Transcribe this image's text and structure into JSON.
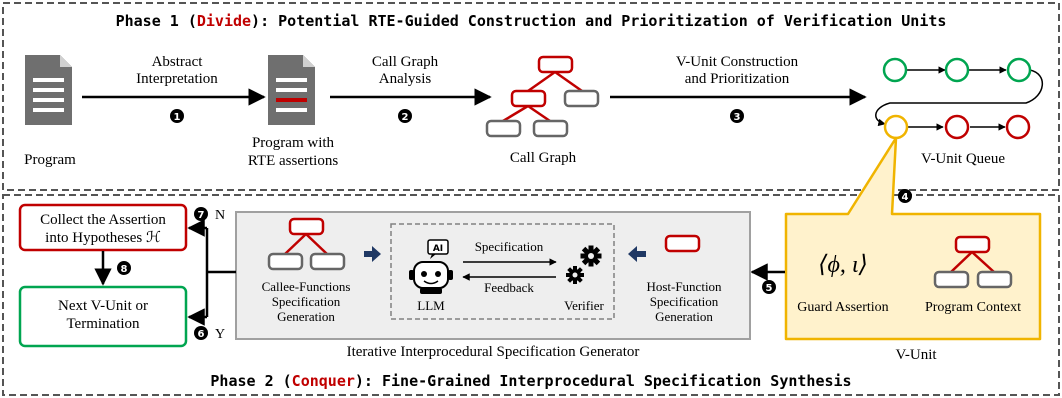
{
  "phase1": {
    "prefix": "Phase 1 (",
    "keyword": "Divide",
    "suffix": "): Potential RTE-Guided Construction and Prioritization of Verification Units"
  },
  "phase2": {
    "prefix": "Phase 2 (",
    "keyword": "Conquer",
    "suffix": "): Fine-Grained Interprocedural Specification Synthesis"
  },
  "steps": {
    "s1": {
      "line1": "Abstract",
      "line2": "Interpretation",
      "num": "1"
    },
    "s2": {
      "line1": "Call Graph",
      "line2": "Analysis",
      "num": "2"
    },
    "s3": {
      "line1": "V-Unit Construction",
      "line2": "and Prioritization",
      "num": "3"
    },
    "s4": {
      "num": "4"
    },
    "s5": {
      "num": "5"
    },
    "s6": {
      "num": "6",
      "label": "Y"
    },
    "s7": {
      "num": "7",
      "label": "N"
    },
    "s8": {
      "num": "8"
    }
  },
  "labels": {
    "program": "Program",
    "program_rte_1": "Program with",
    "program_rte_2": "RTE assertions",
    "call_graph": "Call Graph",
    "vunit_queue": "V-Unit Queue",
    "collect_1": "Collect the Assertion",
    "collect_2": "into Hypotheses ℋ",
    "next_1": "Next V-Unit or",
    "next_2": "Termination",
    "callee_1": "Callee-Functions",
    "callee_2": "Specification",
    "callee_3": "Generation",
    "host_1": "Host-Function",
    "host_2": "Specification",
    "host_3": "Generation",
    "specification": "Specification",
    "feedback": "Feedback",
    "llm": "LLM",
    "ai": "AI",
    "verifier": "Verifier",
    "generator": "Iterative Interprocedural Specification Generator",
    "guard_formula": "⟨ϕ, ι⟩",
    "guard_assertion": "Guard Assertion",
    "program_context": "Program Context",
    "vunit": "V-Unit"
  },
  "colors": {
    "red": "#c00000",
    "green": "#00a550",
    "yellow_fill": "#fff2cc",
    "yellow_border": "#f0b400",
    "gray_node": "#666666",
    "navy": "#1f3864"
  }
}
